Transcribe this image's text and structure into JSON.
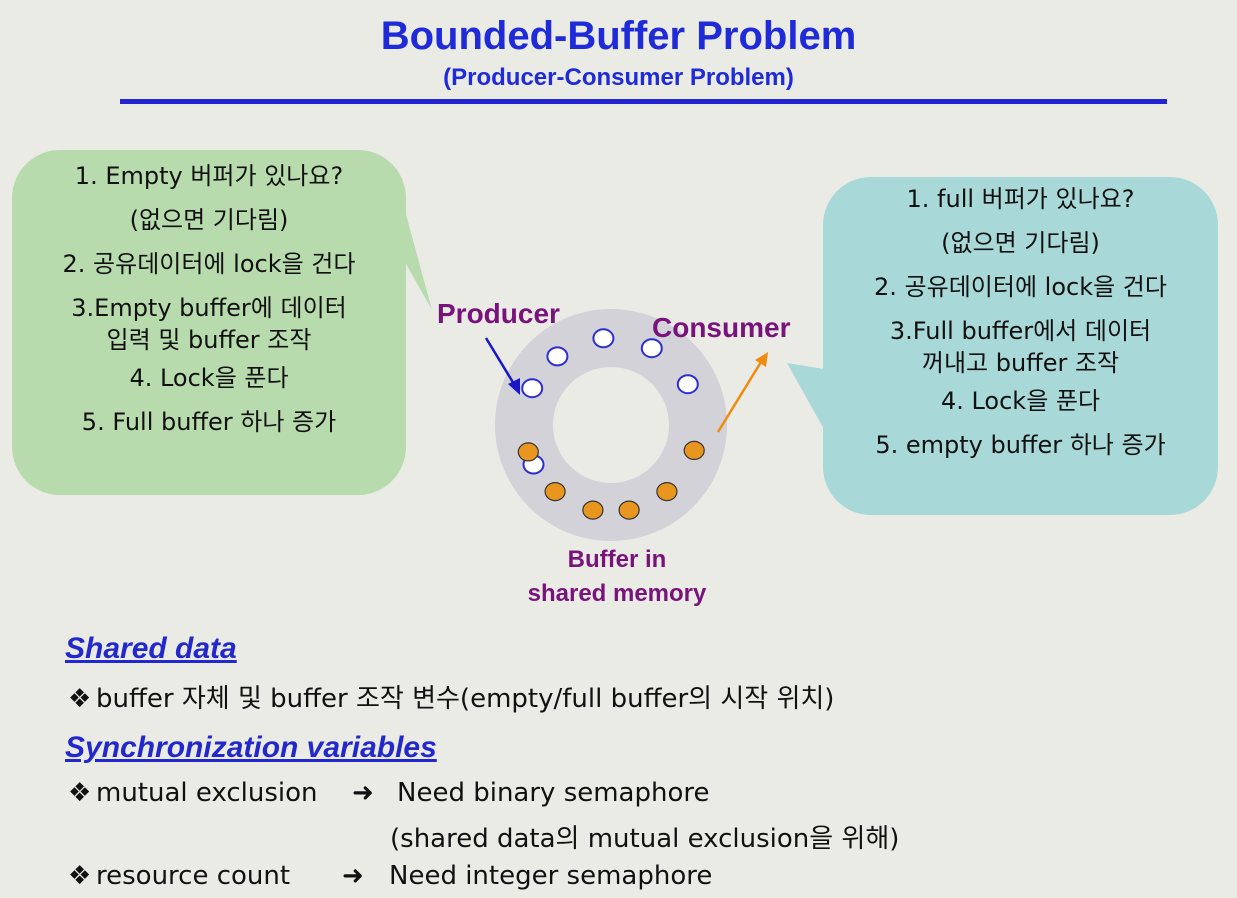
{
  "header": {
    "title": "Bounded-Buffer Problem",
    "subtitle": "(Producer-Consumer Problem)"
  },
  "producer_steps": [
    "1. Empty 버퍼가 있나요?",
    "(없으면 기다림)",
    "2. 공유데이터에 lock을 건다",
    "3.Empty buffer에 데이터",
    "입력 및 buffer 조작",
    "4. Lock을 푼다",
    "5. Full buffer 하나 증가"
  ],
  "consumer_steps": [
    "1. full 버퍼가 있나요?",
    "(없으면 기다림)",
    "2. 공유데이터에 lock을 건다",
    "3.Full buffer에서 데이터",
    "꺼내고 buffer 조작",
    "4. Lock을 푼다",
    "5. empty buffer 하나 증가"
  ],
  "diagram": {
    "producer_label": "Producer",
    "consumer_label": "Consumer",
    "buffer_label_1": "Buffer in",
    "buffer_label_2": "shared memory",
    "slots_total": 12,
    "slots_full": 6,
    "slots_empty": 6
  },
  "shared_data": {
    "heading": "Shared data",
    "bullet": "buffer 자체 및 buffer 조작 변수(empty/full buffer의 시작 위치)"
  },
  "sync_vars": {
    "heading": "Synchronization variables",
    "item1_left": "mutual exclusion",
    "item1_right": "Need binary semaphore",
    "item1_note": "(shared data의 mutual exclusion을 위해)",
    "item2_left": "resource count",
    "item2_right": "Need integer semaphore"
  },
  "colors": {
    "title": "#1f2ad9",
    "label": "#79137c",
    "producer_bubble": "#b8dbae",
    "consumer_bubble": "#a9d8d8",
    "full_slot": "#e8961f",
    "empty_slot_outline": "#2b2fd0"
  }
}
